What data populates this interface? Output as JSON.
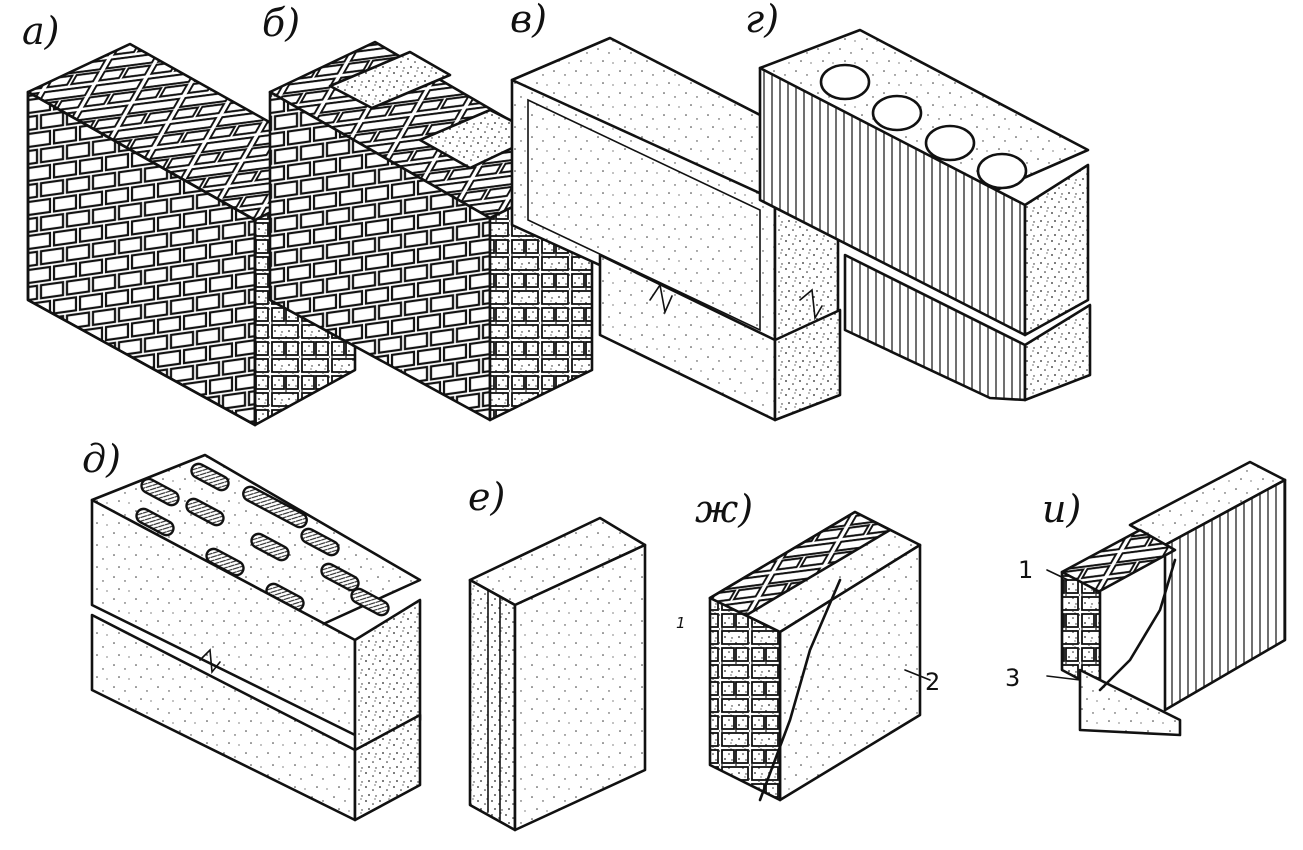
{
  "figure": {
    "panels": [
      {
        "id": "a",
        "label": "а)"
      },
      {
        "id": "b",
        "label": "б)"
      },
      {
        "id": "v",
        "label": "в)"
      },
      {
        "id": "g",
        "label": "г)"
      },
      {
        "id": "d",
        "label": "д)"
      },
      {
        "id": "e",
        "label": "е)"
      },
      {
        "id": "zh",
        "label": "ж)"
      },
      {
        "id": "i",
        "label": "и)"
      }
    ],
    "callouts": {
      "zh_1": "1",
      "zh_2": "2",
      "i_1": "1",
      "i_3": "3"
    }
  }
}
